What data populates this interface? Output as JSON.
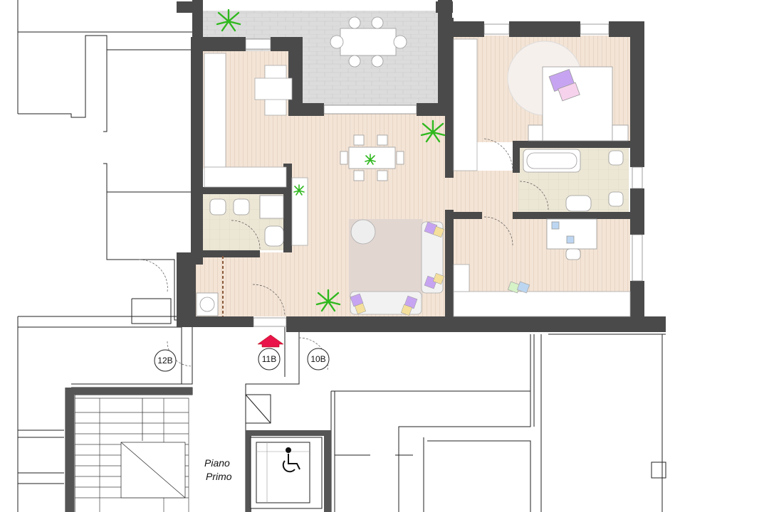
{
  "floor_label": {
    "line1": "Piano",
    "line2": "Primo"
  },
  "units": [
    {
      "id": "12B"
    },
    {
      "id": "11B"
    },
    {
      "id": "10B"
    }
  ],
  "colors": {
    "wall": "#4a4a4a",
    "wood_floor": "#f3e4d6",
    "tile_floor": "#ece6d5",
    "terrace": "#dcdcdc",
    "rug": "#e2d6d1",
    "plant": "#2fb81e",
    "cushion_purple": "#c7a4f1",
    "cushion_yellow": "#f4df9c",
    "entrance_arrow": "#e8144a"
  },
  "icons": [
    "entrance-arrow-icon",
    "wheelchair-icon",
    "plant-icon"
  ]
}
